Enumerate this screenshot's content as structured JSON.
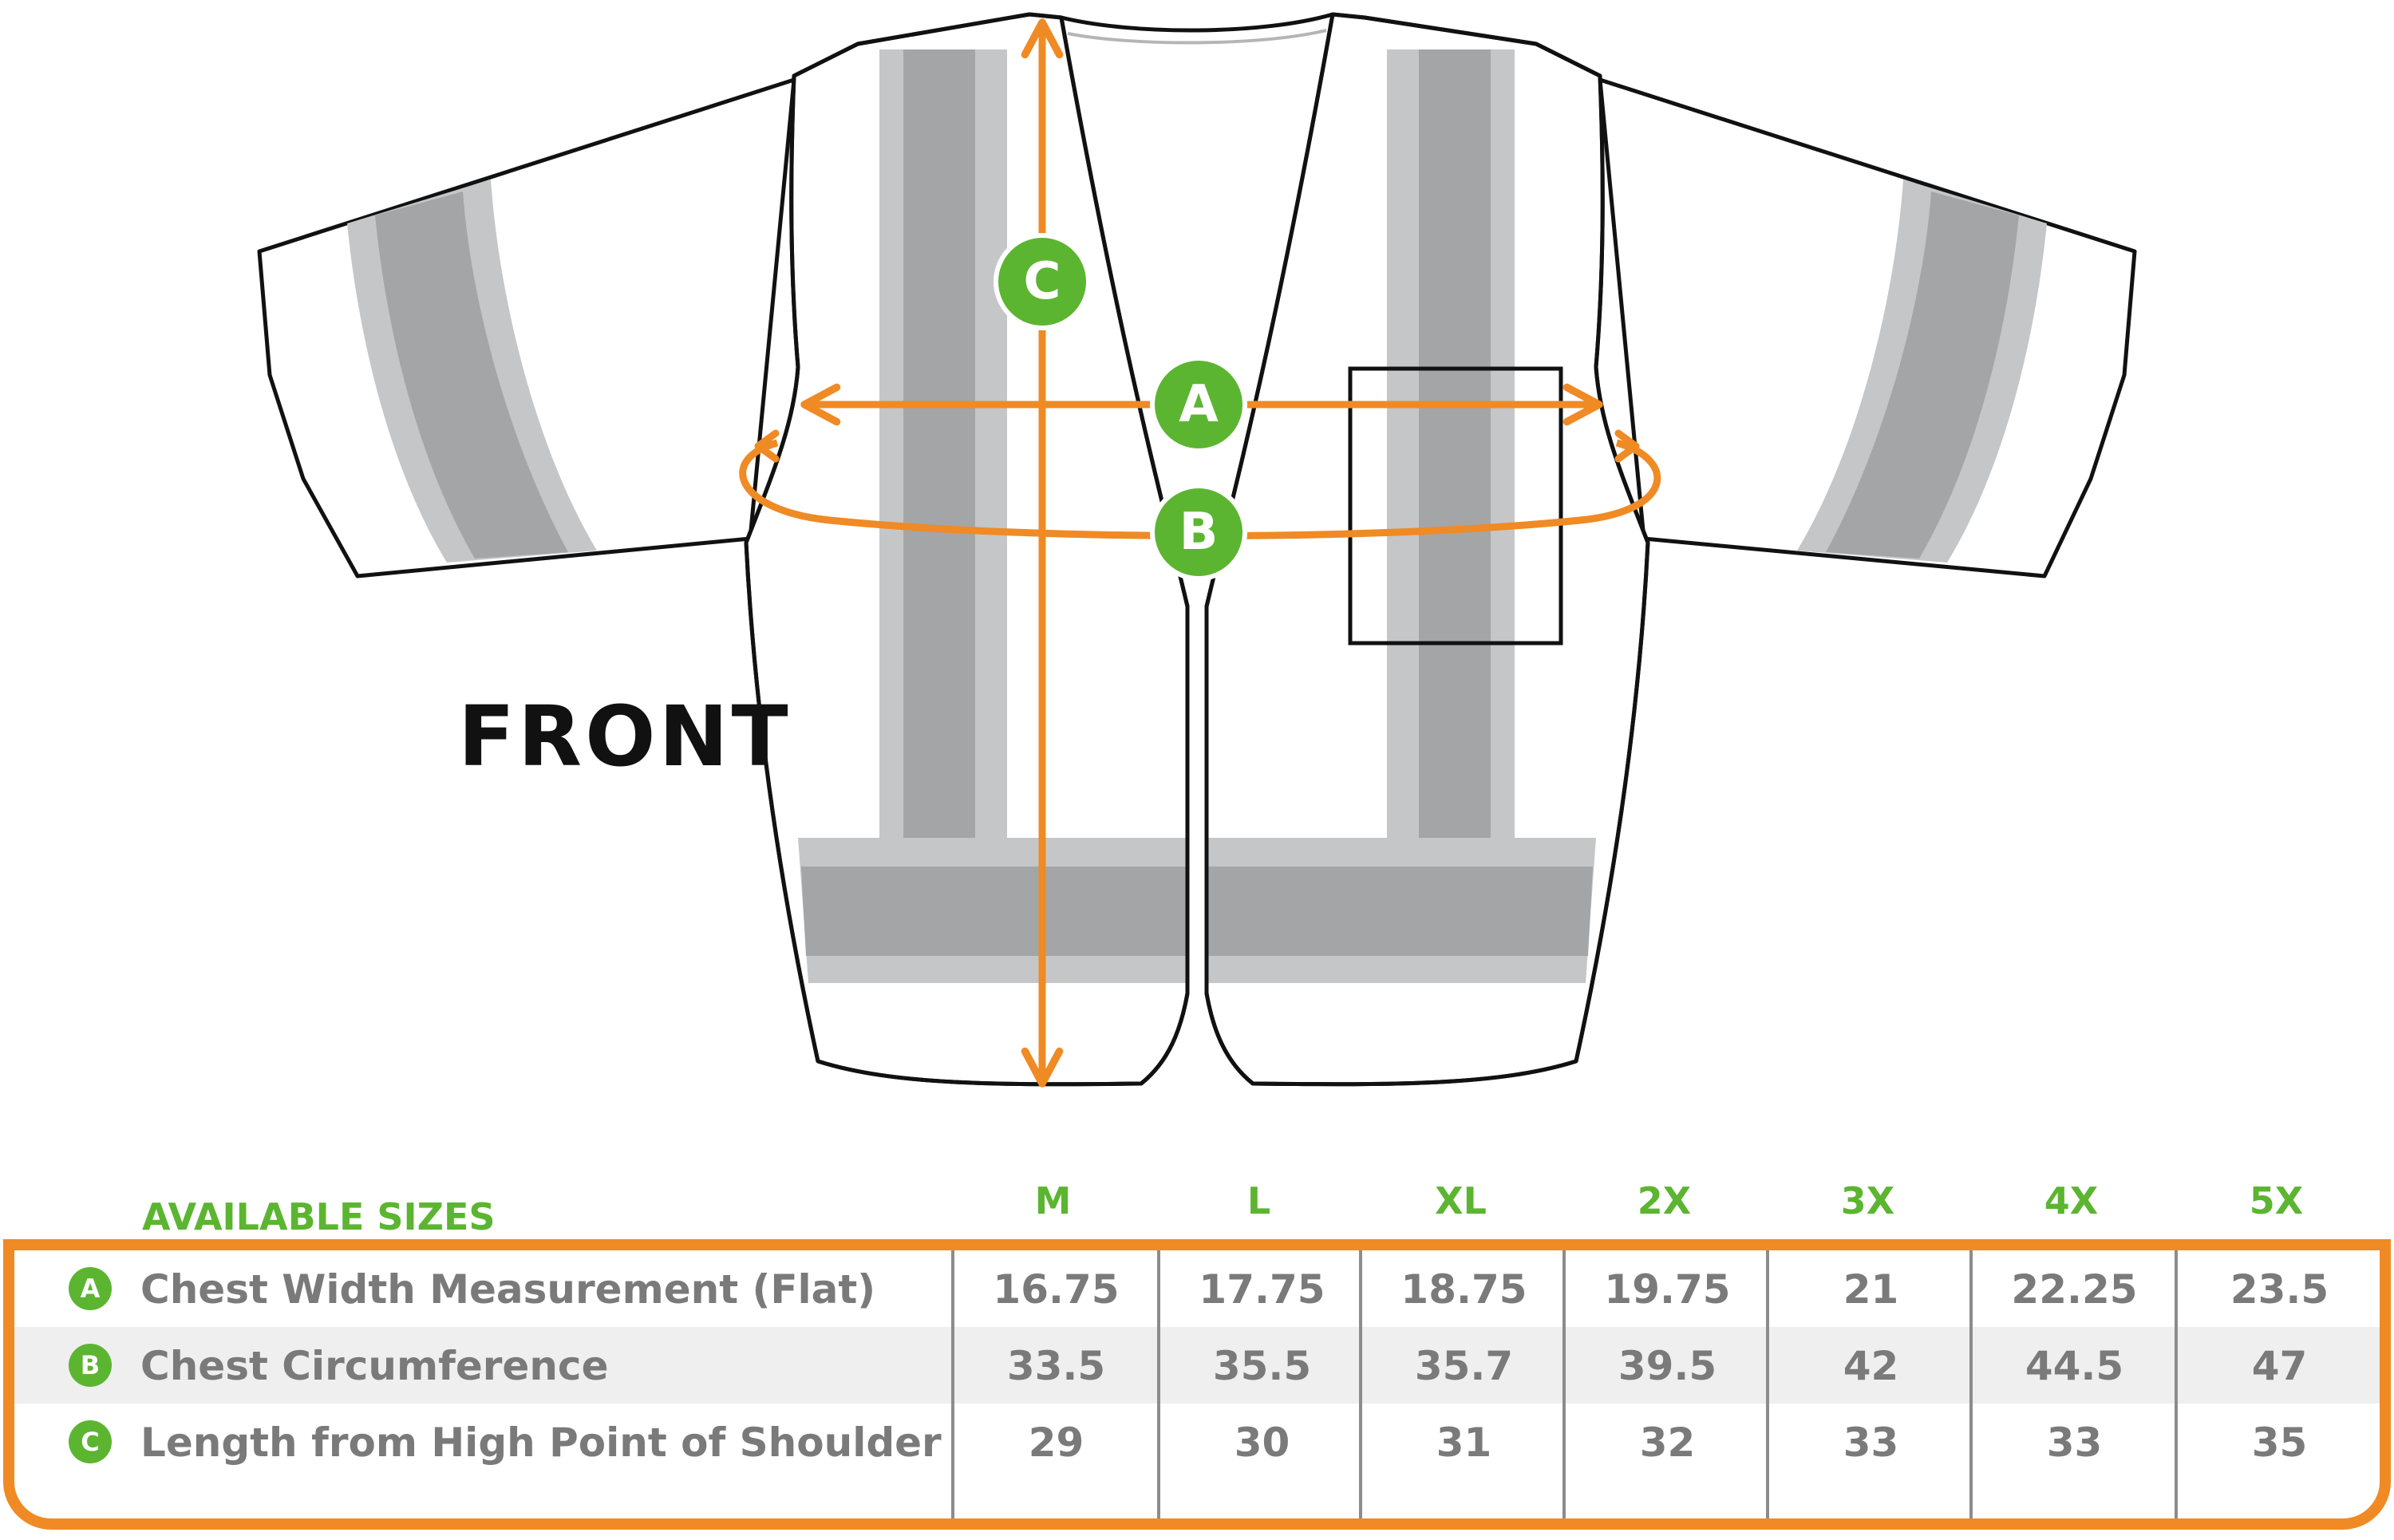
{
  "labels": {
    "front": "FRONT",
    "available_sizes": "AVAILABLE SIZES"
  },
  "markers": [
    "A",
    "B",
    "C"
  ],
  "sizes": [
    "M",
    "L",
    "XL",
    "2X",
    "3X",
    "4X",
    "5X"
  ],
  "rows": [
    {
      "badge": "A",
      "label": "Chest Width Measurement (Flat)",
      "values": [
        "16.75",
        "17.75",
        "18.75",
        "19.75",
        "21",
        "22.25",
        "23.5"
      ]
    },
    {
      "badge": "B",
      "label": "Chest Circumference",
      "values": [
        "33.5",
        "35.5",
        "35.7",
        "39.5",
        "42",
        "44.5",
        "47"
      ]
    },
    {
      "badge": "C",
      "label": "Length from High Point of Shoulder",
      "values": [
        "29",
        "30",
        "31",
        "32",
        "33",
        "33",
        "35"
      ]
    }
  ],
  "colors": {
    "accent_orange": "#f08a24",
    "accent_green": "#5cb531",
    "stripe_gray": "#a3a5a7",
    "stripe_light": "#c5c6c8",
    "text_gray": "#7a7a7a"
  }
}
